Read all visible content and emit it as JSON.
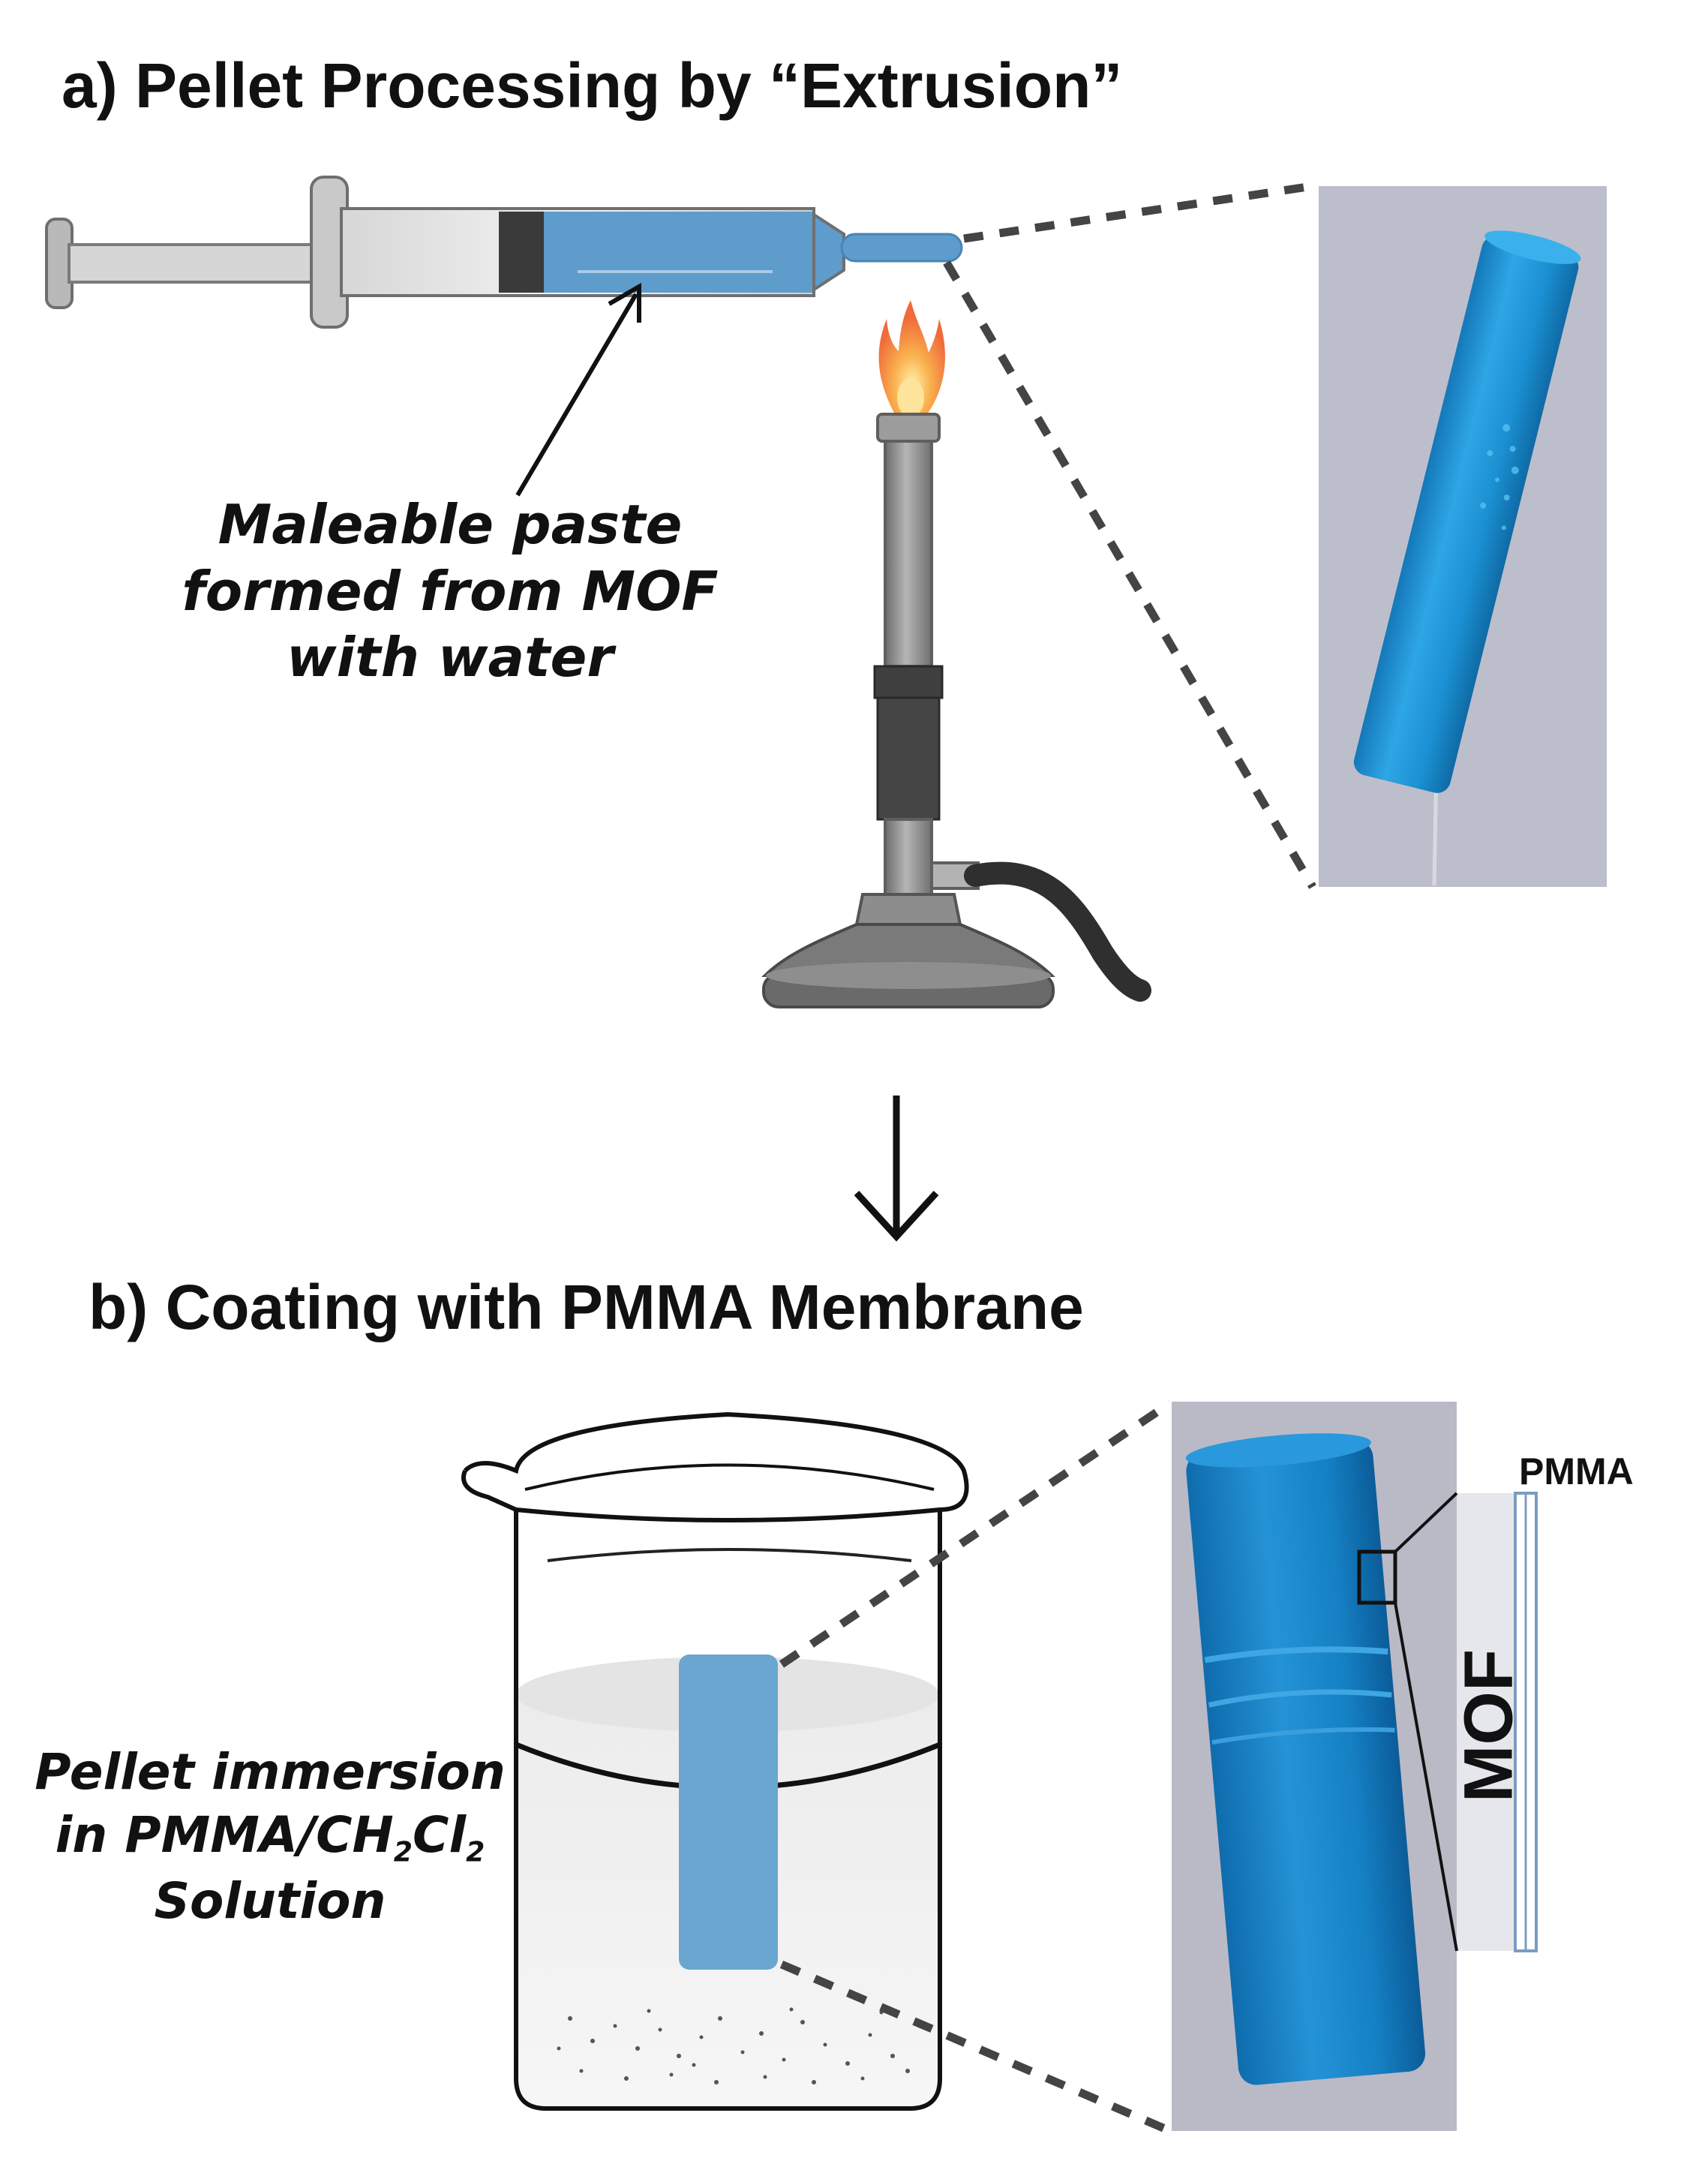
{
  "panel_a": {
    "heading": "a) Pellet Processing by “Extrusion”",
    "caption_lines": [
      "Maleable paste",
      "formed from MOF",
      "with water"
    ]
  },
  "panel_b": {
    "heading": "b) Coating with PMMA Membrane",
    "caption_line1": "Pellet immersion",
    "caption_line2_parts": [
      "in PMMA/CH",
      "2",
      "Cl",
      "2"
    ],
    "caption_line3": "Solution",
    "layer_labels": {
      "outer": "PMMA",
      "inner": "MOF"
    }
  },
  "colors": {
    "paste_blue": "#5e9ccc",
    "pellet_blue": "#1a8fd0",
    "photo_background": "#bdbecb",
    "flame_orange": "#f6a54a",
    "burner_gray": "#8a8a8a"
  }
}
